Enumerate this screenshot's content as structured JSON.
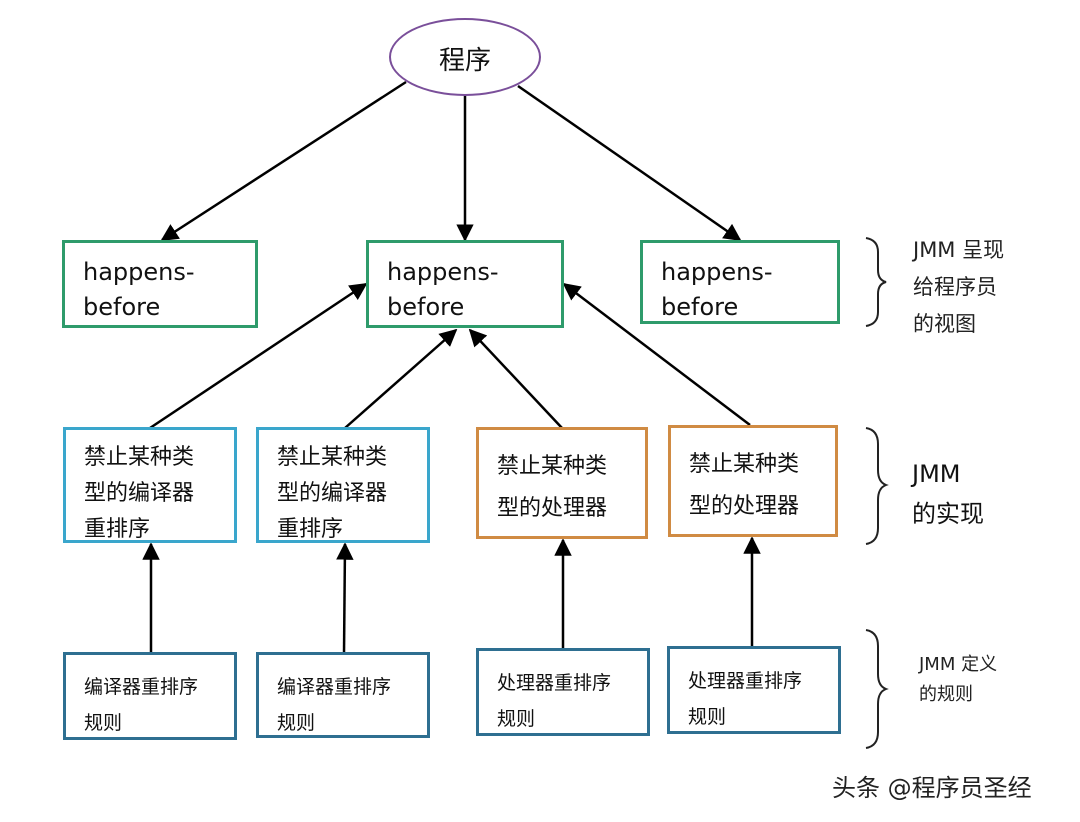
{
  "diagram": {
    "root": {
      "label": "程序"
    },
    "happens_before": [
      {
        "label": "happens-\nbefore"
      },
      {
        "label": "happens-\nbefore"
      },
      {
        "label": "happens-\nbefore"
      }
    ],
    "implementations": [
      {
        "label": "禁止某种类\n型的编译器\n重排序",
        "kind": "compiler"
      },
      {
        "label": "禁止某种类\n型的编译器\n重排序",
        "kind": "compiler"
      },
      {
        "label": "禁止某种类\n型的处理器",
        "kind": "processor"
      },
      {
        "label": "禁止某种类\n型的处理器",
        "kind": "processor"
      }
    ],
    "rules": [
      {
        "label": "编译器重排序\n规则"
      },
      {
        "label": "编译器重排序\n规则"
      },
      {
        "label": "处理器重排序\n规则"
      },
      {
        "label": "处理器重排序\n规则"
      }
    ],
    "layer_labels": {
      "programmer_view": "JMM 呈现\n给程序员\n的视图",
      "implementation": "JMM\n的实现",
      "rules": "JMM 定义\n的规则"
    },
    "edges": [
      {
        "from": "root",
        "to": "happens_before.0"
      },
      {
        "from": "root",
        "to": "happens_before.1"
      },
      {
        "from": "root",
        "to": "happens_before.2"
      },
      {
        "from": "implementations.0",
        "to": "happens_before.1"
      },
      {
        "from": "implementations.1",
        "to": "happens_before.1"
      },
      {
        "from": "implementations.2",
        "to": "happens_before.1"
      },
      {
        "from": "implementations.3",
        "to": "happens_before.1"
      },
      {
        "from": "rules.0",
        "to": "implementations.0"
      },
      {
        "from": "rules.1",
        "to": "implementations.1"
      },
      {
        "from": "rules.2",
        "to": "implementations.2"
      },
      {
        "from": "rules.3",
        "to": "implementations.3"
      }
    ],
    "colors": {
      "root_border": "#7a4f9a",
      "happens_before_border": "#2e9b6b",
      "compiler_border": "#3aa6cc",
      "processor_border": "#d08b43",
      "rule_border": "#2e6f91"
    }
  },
  "watermark": "头条 @程序员圣经"
}
